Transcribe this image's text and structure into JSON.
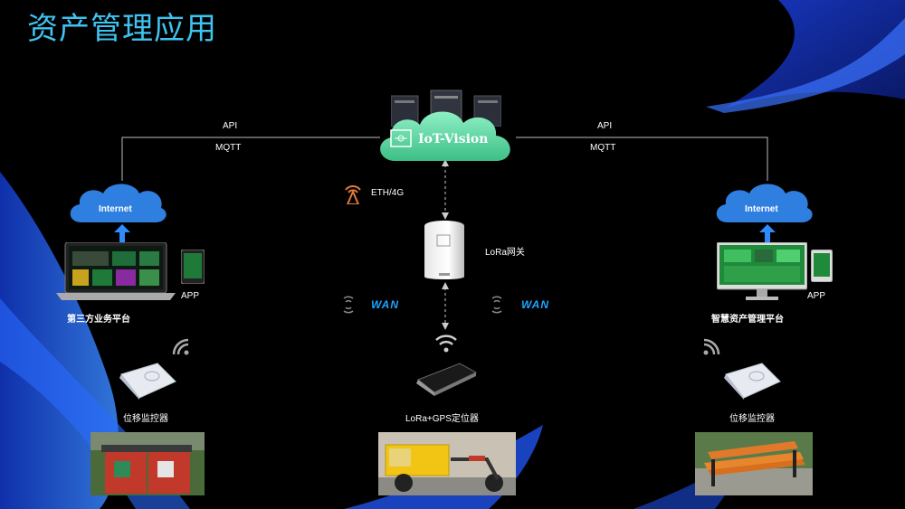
{
  "page": {
    "title": "资产管理应用"
  },
  "cloud": {
    "label": "IoT-Vision"
  },
  "links": {
    "left_top": "API",
    "left_bottom": "MQTT",
    "right_top": "API",
    "right_bottom": "MQTT"
  },
  "internet_left": "Internet",
  "internet_right": "Internet",
  "eth_label": "ETH/4G",
  "gateway_label": "LoRa网关",
  "wan_left": "WAN",
  "wan_right": "WAN",
  "left_platform": {
    "app_label": "APP",
    "name": "第三方业务平台"
  },
  "right_platform": {
    "app_label": "APP",
    "name": "智慧资产管理平台"
  },
  "devices": {
    "left": "位移监控器",
    "center": "LoRa+GPS定位器",
    "right": "位移监控器"
  },
  "colors": {
    "title": "#3fc3f0",
    "cloud_green": "#5fd6a0",
    "wan": "#1ea5ff",
    "internet_blue": "#2f7fe0"
  }
}
